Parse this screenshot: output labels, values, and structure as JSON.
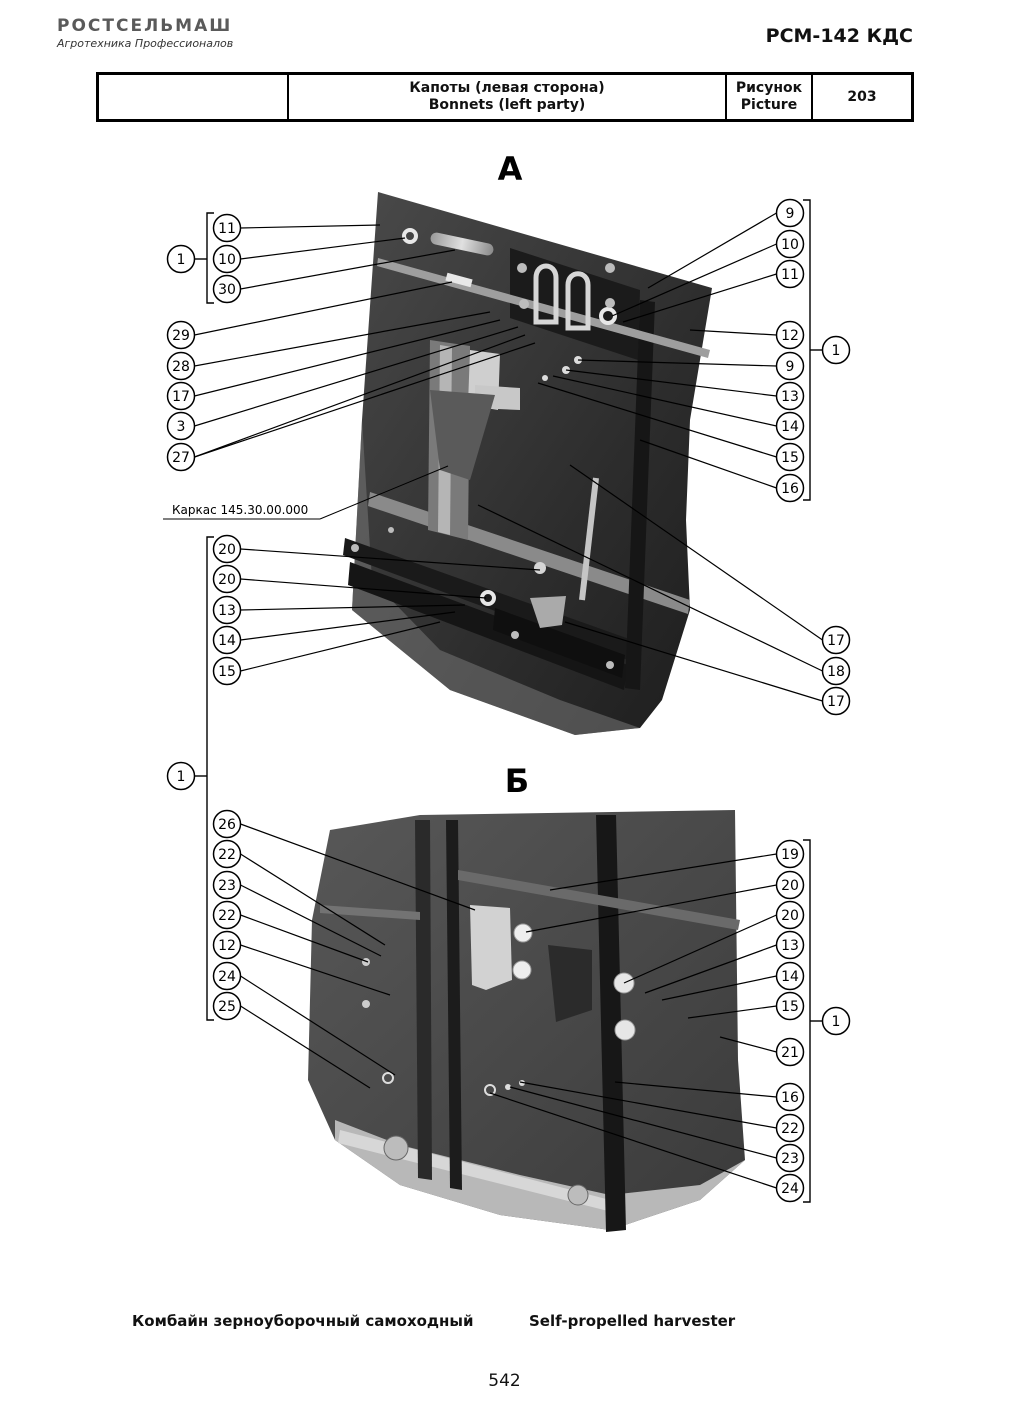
{
  "brand": {
    "name": "РОСТСЕЛЬМАШ",
    "tagline": "Агротехника Профессионалов"
  },
  "model": "РСМ-142 КДС",
  "header": {
    "empty_cell": "",
    "title_ru": "Капоты (левая сторона)",
    "title_en": "Bonnets (left party)",
    "figure_label_ru": "Рисунок",
    "figure_label_en": "Picture",
    "figure_number": "203"
  },
  "views": {
    "a": "А",
    "b": "Б"
  },
  "frame_label": "Каркас 145.30.00.000",
  "callouts": {
    "a_left_top": [
      "11",
      "10",
      "30"
    ],
    "a_left_mid": [
      "29",
      "28",
      "17",
      "3",
      "27"
    ],
    "a_right": [
      "9",
      "10",
      "11",
      "12",
      "9",
      "13",
      "14",
      "15",
      "16"
    ],
    "a_left_low": [
      "20",
      "20",
      "13",
      "14",
      "15"
    ],
    "a_right_low": [
      "17",
      "18",
      "17"
    ],
    "b_left": [
      "26",
      "22",
      "23",
      "22",
      "12",
      "24",
      "25"
    ],
    "b_right": [
      "19",
      "20",
      "20",
      "13",
      "14",
      "15",
      "21",
      "16",
      "22",
      "23",
      "24"
    ],
    "assembly": [
      "1",
      "1",
      "1",
      "1"
    ]
  },
  "footer": {
    "ru": "Комбайн зерноуборочный самоходный",
    "en": "Self-propelled harvester",
    "page": "542"
  }
}
